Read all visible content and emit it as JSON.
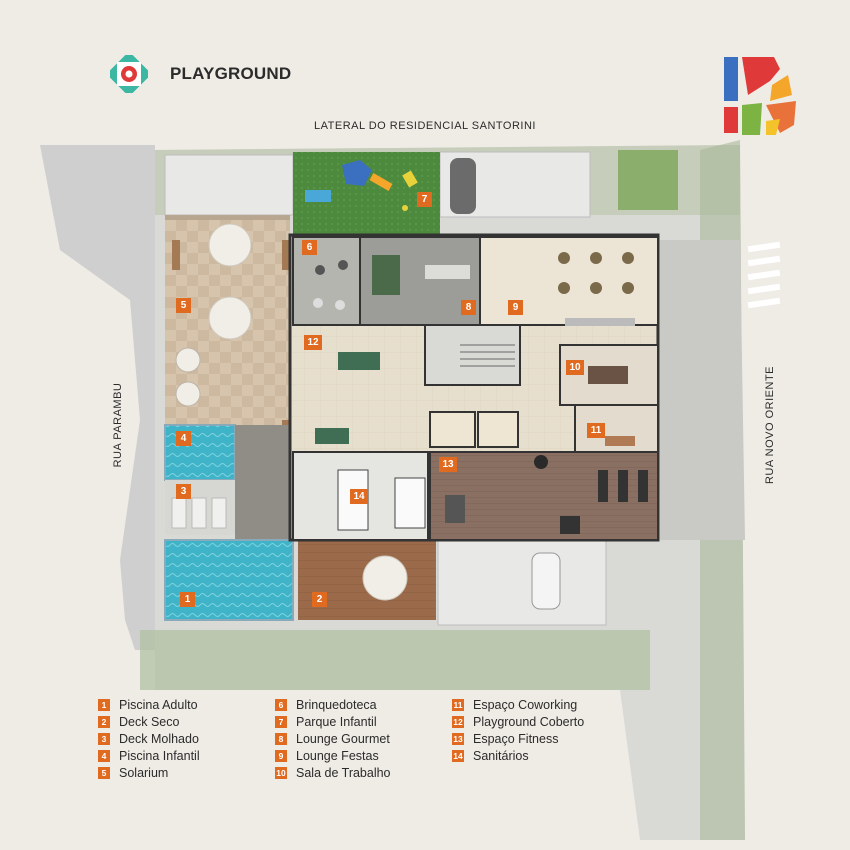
{
  "header": {
    "title": "PLAYGROUND",
    "location_icon": "playground-location-icon",
    "brand_logo": "colorful-b-brand-logo",
    "brand_colors": [
      "#3b6fc0",
      "#e0393a",
      "#f4a62a",
      "#7cb342",
      "#e8723a"
    ]
  },
  "streets": {
    "top": "LATERAL DO RESIDENCIAL SANTORINI",
    "left": "RUA PARAMBU",
    "right": "RUA NOVO ORIENTE"
  },
  "accent_color": "#e06a1f",
  "plan_markers": [
    "1",
    "2",
    "3",
    "4",
    "5",
    "6",
    "7",
    "8",
    "9",
    "10",
    "11",
    "12",
    "13",
    "14"
  ],
  "legend": [
    {
      "num": "1",
      "label": "Piscina Adulto"
    },
    {
      "num": "2",
      "label": "Deck Seco"
    },
    {
      "num": "3",
      "label": "Deck Molhado"
    },
    {
      "num": "4",
      "label": "Piscina Infantil"
    },
    {
      "num": "5",
      "label": "Solarium"
    },
    {
      "num": "6",
      "label": "Brinquedoteca"
    },
    {
      "num": "7",
      "label": "Parque Infantil"
    },
    {
      "num": "8",
      "label": "Lounge Gourmet"
    },
    {
      "num": "9",
      "label": "Lounge Festas"
    },
    {
      "num": "10",
      "label": "Sala de Trabalho"
    },
    {
      "num": "11",
      "label": "Espaço Coworking"
    },
    {
      "num": "12",
      "label": "Playground Coberto"
    },
    {
      "num": "13",
      "label": "Espaço Fitness"
    },
    {
      "num": "14",
      "label": "Sanitários"
    }
  ]
}
